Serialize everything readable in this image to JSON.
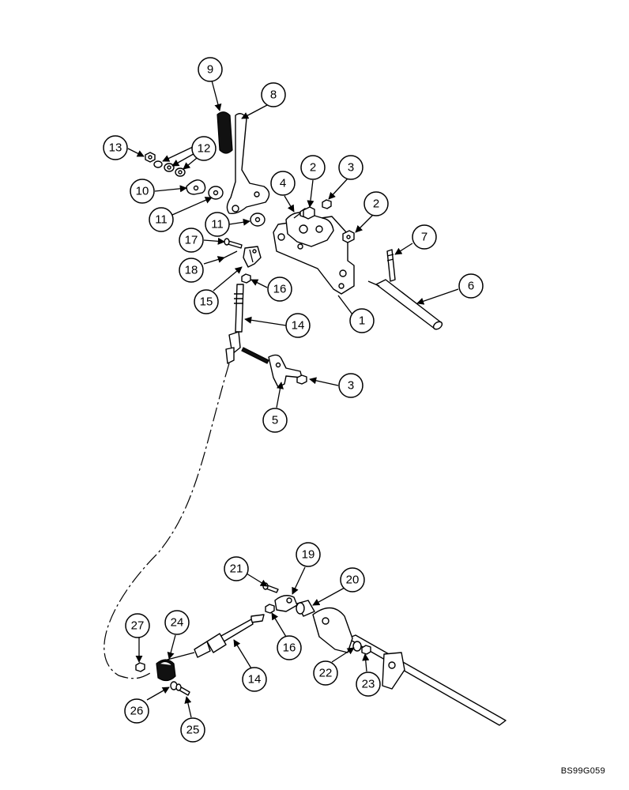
{
  "figure_code": "BS99G059",
  "callouts": [
    "1",
    "2",
    "2",
    "3",
    "3",
    "4",
    "5",
    "6",
    "7",
    "8",
    "9",
    "10",
    "11",
    "11",
    "12",
    "13",
    "14",
    "14",
    "15",
    "16",
    "16",
    "17",
    "18",
    "19",
    "20",
    "21",
    "22",
    "23",
    "24",
    "25",
    "26",
    "27"
  ]
}
